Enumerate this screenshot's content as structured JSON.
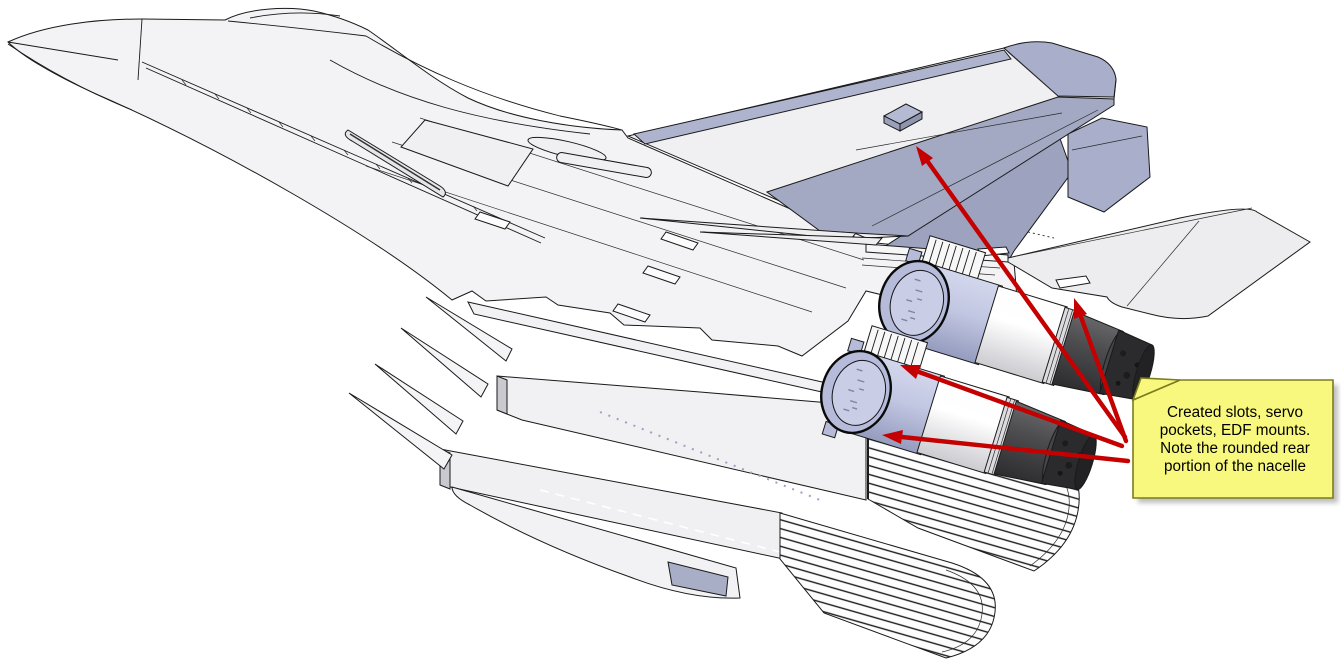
{
  "sticky_note": {
    "lines": [
      "Created slots, servo",
      "pockets, EDF mounts.",
      "Note the rounded rear",
      "portion of the nacelle"
    ]
  },
  "annotation": {
    "arrow_count": 4,
    "arrow_targets": [
      "wing-servo-pocket",
      "stabilizer-slot",
      "edf-mount",
      "nacelle-rear"
    ]
  },
  "colors": {
    "background": "#ffffff",
    "outline": "#1a1a1a",
    "surface_light": "#f3f3f5",
    "surface_blue_gray": "#a3a9c3",
    "edf_ring": "#b5bbd9",
    "edf_dark": "#2b2a2c",
    "arrow_red": "#c40000",
    "note_fill": "#f8f87e",
    "note_border": "#7c7c1e",
    "note_shadow": "#8a8a8a"
  }
}
